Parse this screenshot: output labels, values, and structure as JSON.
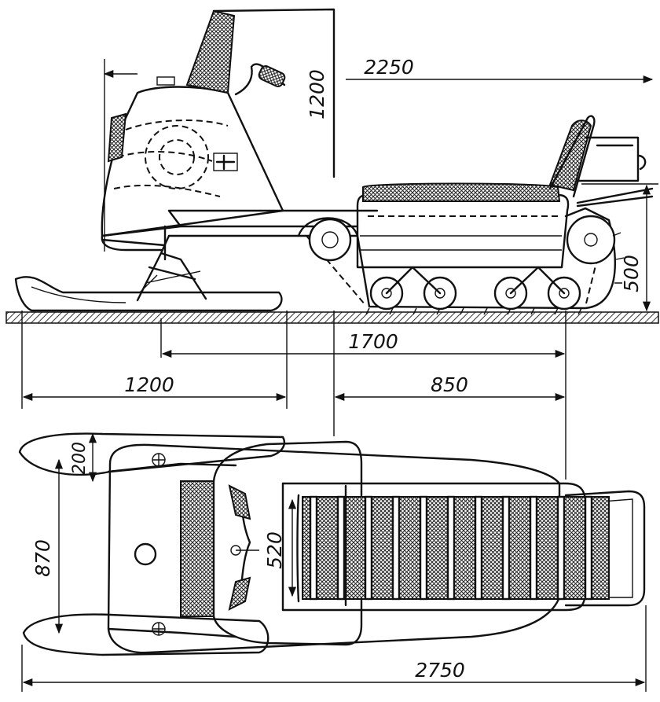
{
  "dimensions": {
    "top_view_height": "1200",
    "front_overhang_to_rear": "2250",
    "rear_height": "500",
    "track_contact_length": "1700",
    "ski_length": "1200",
    "track_center_offset": "850",
    "ski_width": "200",
    "ski_track_width": "870",
    "track_width": "520",
    "overall_length": "2750"
  }
}
